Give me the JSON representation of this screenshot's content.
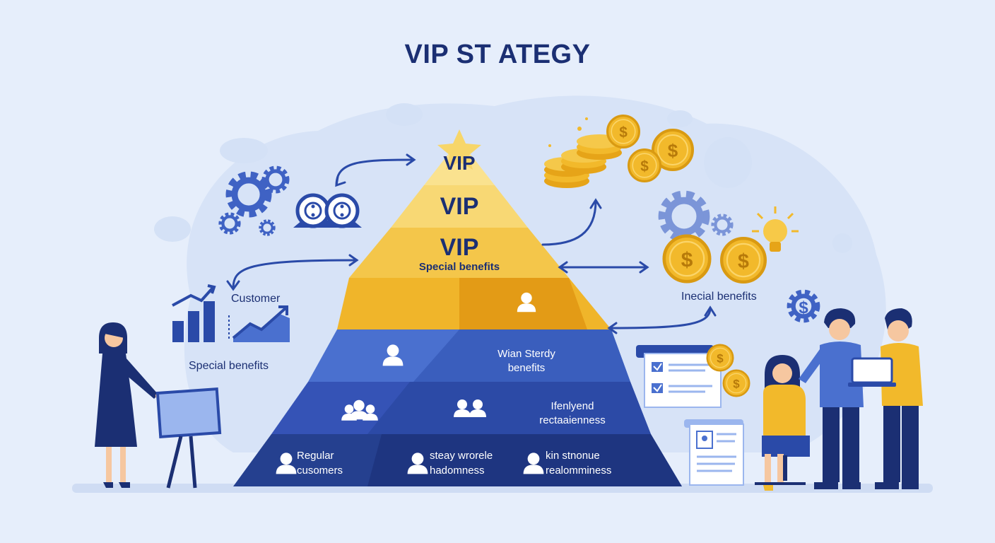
{
  "title": "VIP ST ATEGY",
  "pyramid": {
    "vip_top": "VIP",
    "vip_middle": "VIP",
    "vip_lower": "VIP",
    "special_benefits": "Special benefits",
    "tier4_right_line1": "Wian Sterdy",
    "tier4_right_line2": "benefits",
    "tier5_right_line1": "Ifenlyend",
    "tier5_right_line2": "rectaaienness",
    "base_left_line1": "Regular",
    "base_left_line2": "cusomers",
    "base_middle_line1": "steay wrorele",
    "base_middle_line2": "hadomness",
    "base_right_line1": "kin stnonue",
    "base_right_line2": "realomminess"
  },
  "left_panel": {
    "customer_label": "Customer",
    "special_benefits_label": "Special benefits"
  },
  "right_panel": {
    "benefits_label": "Inecial benefits"
  },
  "colors": {
    "navy": "#1b2f73",
    "gold": "#f2b92b",
    "blue": "#3f62c4",
    "background": "#e6eefb"
  },
  "icons": [
    "star-icon",
    "gear-icon",
    "link-icon",
    "bar-chart-icon",
    "line-chart-icon",
    "dollar-coin-icon",
    "lightbulb-icon",
    "person-icon",
    "checklist-icon",
    "easel-icon",
    "laptop-icon",
    "arrow-icon"
  ]
}
